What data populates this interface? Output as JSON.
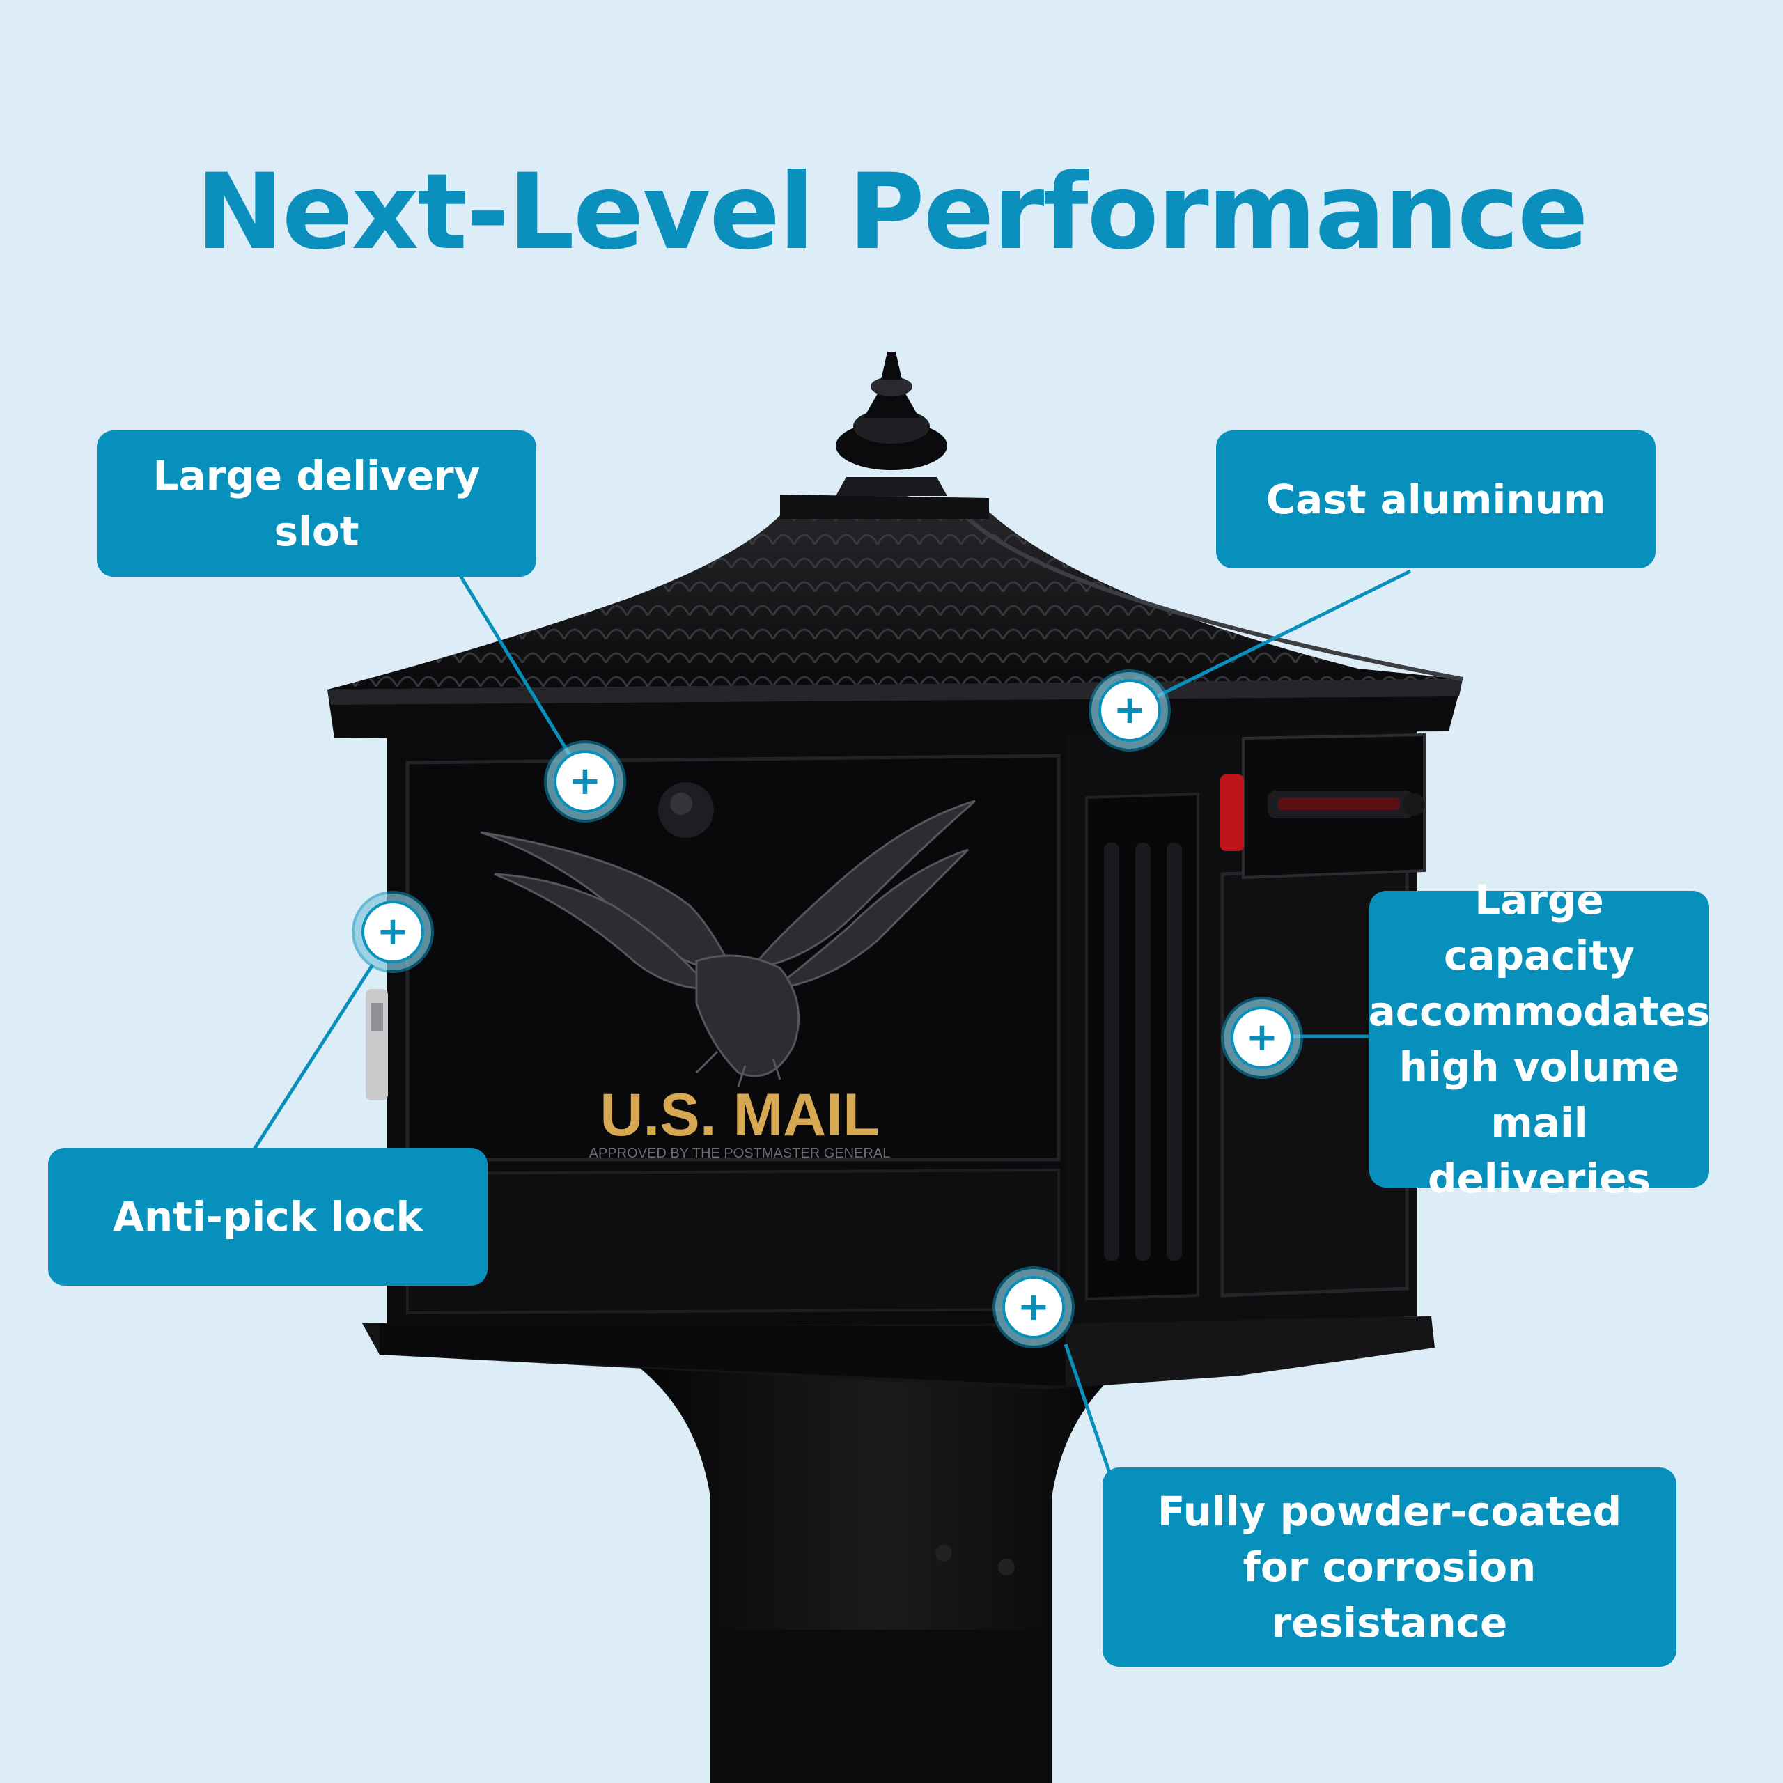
{
  "page": {
    "title": "Next-Level Performance",
    "background_color": "#dcedf7",
    "accent_color": "#0890bc",
    "title_color": "#0b8fbd"
  },
  "product": {
    "front_label": "U.S. MAIL",
    "front_sublabel": "APPROVED BY THE POSTMASTER GENERAL",
    "body_color": "#0c0c0e",
    "flag_color": "#c0141b"
  },
  "callouts": {
    "delivery_slot": "Large delivery slot",
    "cast_aluminum": "Cast aluminum",
    "capacity": [
      "Large capacity",
      "accommodates",
      "high volume",
      "mail deliveries"
    ],
    "lock": "Anti-pick lock",
    "coating": [
      "Fully powder-coated",
      "for corrosion resistance"
    ]
  },
  "hotspot_icon": "plus-icon",
  "hotspot_symbol": "+"
}
